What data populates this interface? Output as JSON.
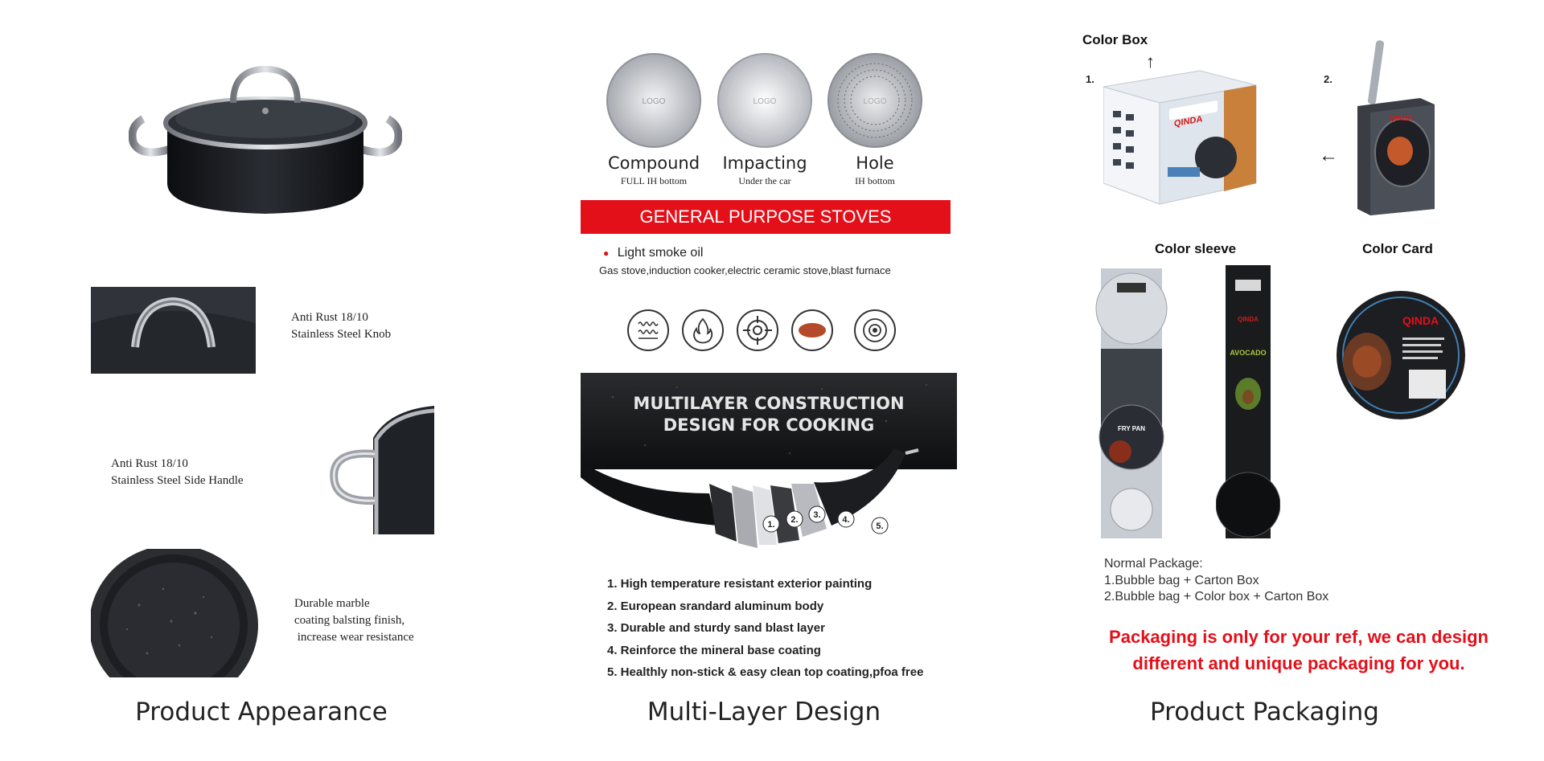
{
  "appearance": {
    "knob_label": [
      "Anti Rust 18/10",
      "Stainless Steel Knob"
    ],
    "handle_label": [
      "Anti Rust 18/10",
      "Stainless Steel Side Handle"
    ],
    "coating_label": [
      "Durable marble",
      "coating balsting finish,",
      " increase wear resistance"
    ],
    "caption": "Product Appearance"
  },
  "multilayer": {
    "discs": [
      {
        "title": "Compound",
        "sub": "FULL IH bottom",
        "logo": "LOGO"
      },
      {
        "title": "Impacting",
        "sub": "Under the car",
        "logo": "LOGO"
      },
      {
        "title": "Hole",
        "sub": "IH bottom",
        "logo": "LOGO"
      }
    ],
    "banner": "GENERAL PURPOSE STOVES",
    "oil_note": "Light smoke oil",
    "stoves_line": "Gas stove,induction cooker,electric ceramic stove,blast furnace",
    "stove_icons": [
      "coil-burner-icon",
      "flame-icon",
      "gas-grate-icon",
      "ceramic-plate-icon",
      "induction-icon"
    ],
    "cross_section_title": [
      "MULTILAYER CONSTRUCTION",
      "DESIGN FOR COOKING"
    ],
    "layer_numbers": [
      "1.",
      "2.",
      "3.",
      "4.",
      "5."
    ],
    "layers": [
      "1. High temperature resistant exterior painting",
      "2. European srandard aluminum body",
      "3. Durable and sturdy sand blast layer",
      "4. Reinforce the mineral base coating",
      "5. Healthly non-stick & easy clean top coating,pfoa free"
    ],
    "caption": "Multi-Layer Design"
  },
  "packaging": {
    "color_box_title": "Color Box",
    "color_sleeve_title": "Color sleeve",
    "color_card_title": "Color Card",
    "item_numbers": [
      "1.",
      "2."
    ],
    "brand": "QINDA",
    "normal_package": [
      "Normal Package:",
      "1.Bubble bag + Carton Box",
      "2.Bubble bag + Color box + Carton Box"
    ],
    "note": [
      "Packaging is only for your ref, we can design",
      "different and unique packaging for you."
    ],
    "caption": "Product Packaging"
  },
  "colors": {
    "accent_red": "#e3101a",
    "pot_black": "#1c1e22",
    "steel": "#b9bcc1"
  }
}
